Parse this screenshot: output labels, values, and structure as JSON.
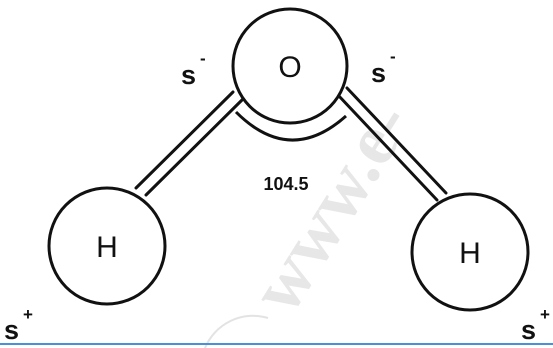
{
  "watermark": "www.e-",
  "oxygen": {
    "symbol": "O"
  },
  "hydrogen_left": {
    "symbol": "H"
  },
  "hydrogen_right": {
    "symbol": "H"
  },
  "partial_charges": {
    "oxygen_left": {
      "letter": "s",
      "sign": "-"
    },
    "oxygen_right": {
      "letter": "s",
      "sign": "-"
    },
    "hydrogen_left": {
      "letter": "s",
      "sign": "+"
    },
    "hydrogen_right": {
      "letter": "s",
      "sign": "+"
    }
  },
  "bond_angle": {
    "value": "104.5"
  },
  "colors": {
    "stroke": "#111111",
    "bottom_rule": "#4a90d9",
    "watermark": "#e7e7e7"
  }
}
